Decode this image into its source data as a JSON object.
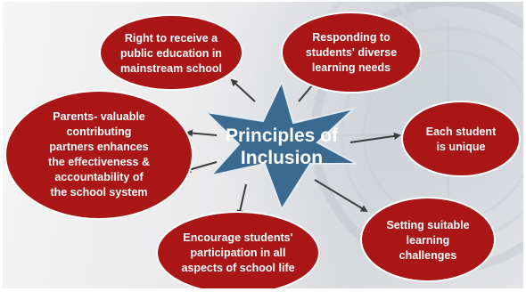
{
  "colors": {
    "bubble_fill": "#aa1616",
    "bubble_border": "#ffffff",
    "star_fill": "#3a6a90",
    "star_border": "#dfeaf2",
    "arrow": "#3d3d3d",
    "text": "#ffffff"
  },
  "center": {
    "label": "Principles of\nInclusion"
  },
  "principles": [
    {
      "id": "right",
      "label": "Right to receive a\npublic education in\nmainstream school"
    },
    {
      "id": "responding",
      "label": "Responding to\nstudents' diverse\nlearning needs"
    },
    {
      "id": "parents",
      "label": "Parents- valuable\ncontributing\npartners enhances\nthe effectiveness &\naccountability of\nthe school system"
    },
    {
      "id": "unique",
      "label": "Each student\nis unique"
    },
    {
      "id": "encourage",
      "label": "Encourage students'\nparticipation in all\naspects of school life"
    },
    {
      "id": "challenges",
      "label": "Setting suitable\nlearning\nchallenges"
    }
  ]
}
